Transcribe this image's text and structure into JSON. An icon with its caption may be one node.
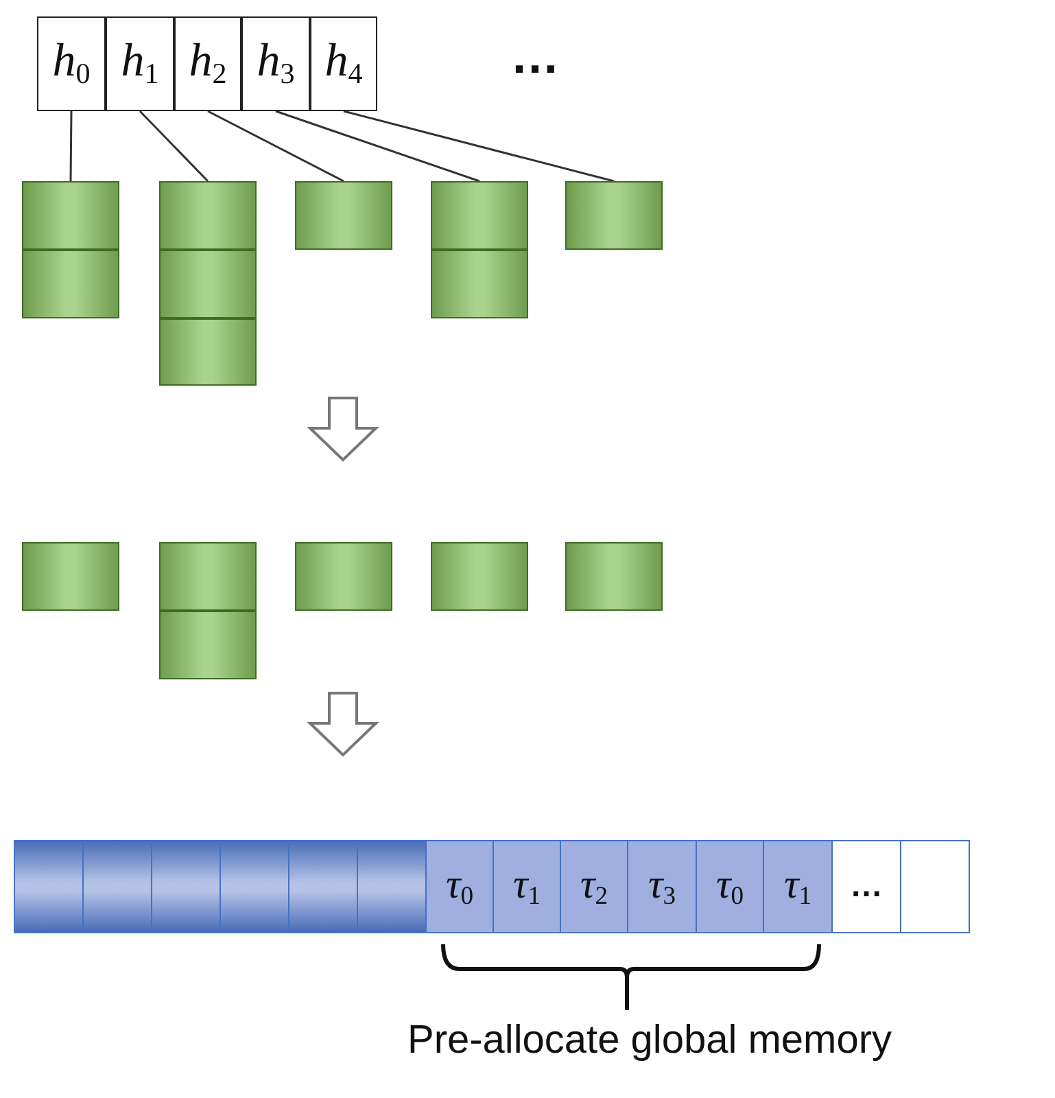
{
  "diagram": {
    "nodes": [
      {
        "text": [
          "*h*$_{0}$"
        ]
      },
      {
        "text": [
          "*h*$_{1}$"
        ]
      },
      {
        "text": [
          "*h*$_{2}$"
        ]
      },
      {
        "text": [
          "*h*$_{3}$"
        ]
      },
      {
        "text": [
          "*h*$_{4}$"
        ]
      },
      {
        "text": [],
        "shape": "box"
      },
      {
        "text": [],
        "shape": "box"
      },
      {
        "text": [],
        "shape": "box"
      },
      {
        "text": [],
        "shape": "box"
      },
      {
        "text": [],
        "shape": "box"
      },
      {
        "text": [],
        "shape": "box"
      },
      {
        "text": [],
        "shape": "box"
      },
      {
        "text": [],
        "shape": "box"
      },
      {
        "text": [],
        "shape": "box"
      },
      {
        "text": [],
        "shape": "box"
      },
      {
        "text": [],
        "shape": "box"
      },
      {
        "text": [],
        "shape": "box"
      },
      {
        "text": [],
        "shape": "box"
      },
      {
        "text": [],
        "shape": "box"
      },
      {
        "text": [],
        "shape": "box"
      },
      {
        "text": [],
        "shape": "box"
      },
      {
        "text": [],
        "shape": "box"
      },
      {
        "text": [],
        "shape": "box"
      },
      {
        "text": [],
        "shape": "box"
      },
      {
        "text": [],
        "shape": "box"
      },
      {
        "text": [],
        "shape": "box"
      },
      {
        "text": [
          "*τ*$_{0}$"
        ]
      },
      {
        "text": [
          "*τ*$_{1}$"
        ]
      },
      {
        "text": [
          "*τ*$_{2}$"
        ]
      },
      {
        "text": [
          "*τ*$_{3}$"
        ]
      },
      {
        "text": [
          "*τ*$_{0}$"
        ]
      },
      {
        "text": [
          "*τ*$_{1}$"
        ]
      },
      {
        "text": [
          "…"
        ]
      },
      {
        "text": [],
        "shape": "box"
      }
    ],
    "edges": [
      {
        "from": 0,
        "to": 5,
        "arrow": "none"
      },
      {
        "from": 1,
        "to": 7,
        "arrow": "none"
      },
      {
        "from": 2,
        "to": 10,
        "arrow": "none"
      },
      {
        "from": 3,
        "to": 11,
        "arrow": "none"
      },
      {
        "from": 4,
        "to": 13,
        "arrow": "none"
      }
    ],
    "labels": [
      "…",
      "Pre-allocate global memory"
    ]
  }
}
